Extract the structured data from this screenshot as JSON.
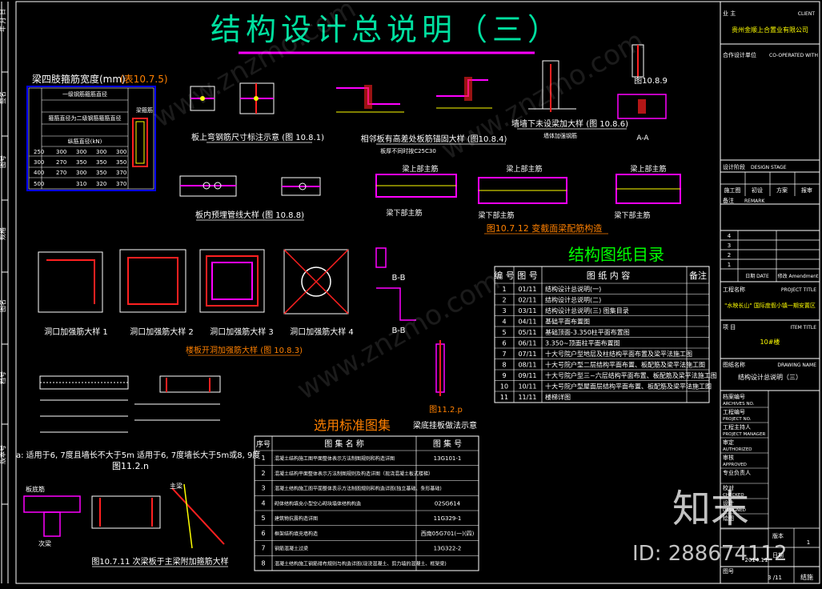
{
  "drawing_title": "结构设计总说明（三）",
  "left_strip": [
    "年 月 日",
    "签名",
    "图号",
    "规格",
    "图名",
    "档号",
    "版本号"
  ],
  "colors": {
    "title": "#00e0a0",
    "magenta": "#ff00ff",
    "yellow": "#ffff00",
    "white": "#ffffff",
    "green": "#00ff00",
    "blue": "#0000ff",
    "orange": "#ff8000",
    "red": "#ff2020"
  },
  "table_10_7_5": {
    "title": "梁四肢箍筋宽度(mm)",
    "ref": "(表10.7.5)",
    "header_rows": [
      "一级钢筋箍筋直径",
      "箍筋直径为二级钢筋箍筋直径",
      "纵筋直径(kN)"
    ],
    "rows": [
      [
        "250",
        "300",
        "300",
        "300",
        "300"
      ],
      [
        "300",
        "270",
        "350",
        "350",
        "350"
      ],
      [
        "400",
        "270",
        "300",
        "350",
        "370"
      ],
      [
        "500",
        "",
        "310",
        "320",
        "370"
      ]
    ],
    "side_label": "梁箍筋"
  },
  "captions": {
    "fig_10_8_1": "板上弯钢筋尺寸标注示意 (图 10.8.1)",
    "fig_10_8_4": "相邻板有高差处板筋锚固大样 (图10.8.4)",
    "fig_10_8_4_sub": "板厚不同时按C25C30",
    "fig_10_8_6": "墙墙下未设梁加大样 (图 10.8.6)",
    "fig_10_8_6_sub": "墙体加强钢筋",
    "fig_10_8_9": "图10.8.9",
    "fig_10_8_8": "板内预埋管线大样 (图 10.8.8)",
    "fig_10_7_12": "图10.7.12 变截面梁配筋构造",
    "opening_1": "洞口加强筋大样 1",
    "opening_2": "洞口加强筋大样 2",
    "opening_3": "洞口加强筋大样 3",
    "opening_4": "洞口加强筋大样 4",
    "fig_10_8_3": "楼板开洞加强筋大样 (图 10.8.3)",
    "fig_11_2_n": "图11.2.n",
    "fig_11_2_n_note": "a: 适用于6, 7度且墙长不大于5m  适用于6, 7度墙长大于5m或8, 9度",
    "fig_11_2_p": "图11.2.p",
    "fig_11_2_p_sub": "梁底挂板做法示意",
    "fig_10_7_11": "图10.7.11 次梁板于主梁附加箍筋大样",
    "section_aa": "A-A",
    "section_bb": "B-B",
    "rebar_label": "梁上部主筋",
    "rebar_label_2": "梁下部主筋",
    "main_beam": "主梁",
    "secondary_beam": "次梁",
    "board_slab": "板底筋"
  },
  "index_table": {
    "title": "结构图纸目录",
    "headers": [
      "编 号",
      "图 号",
      "图 纸 内 容",
      "备注"
    ],
    "rows": [
      [
        "1",
        "01/11",
        "结构设计总说明(一)"
      ],
      [
        "2",
        "02/11",
        "结构设计总说明(二)"
      ],
      [
        "3",
        "03/11",
        "结构设计总说明(三)    图集目录"
      ],
      [
        "4",
        "04/11",
        "基础平面布置图"
      ],
      [
        "5",
        "05/11",
        "基础顶面-3.350柱平面布置图"
      ],
      [
        "6",
        "06/11",
        "3.350~顶面柱平面布置图"
      ],
      [
        "7",
        "07/11",
        "十大号院户型地层及柱结构平面布置及梁平法施工图"
      ],
      [
        "8",
        "08/11",
        "十大号院户型二层结构平面布置、板配筋及梁平法施工图"
      ],
      [
        "9",
        "09/11",
        "十大号院户型三~六层结构平面布置、板配筋及梁平法施工图"
      ],
      [
        "10",
        "10/11",
        "十大号院户型屋面层结构平面布置、板配筋及梁平法施工图"
      ],
      [
        "11",
        "11/11",
        "楼梯详图"
      ]
    ]
  },
  "atlas_table": {
    "title": "选用标准图集",
    "headers": [
      "序号",
      "图 集 名 称",
      "图 集 号"
    ],
    "rows": [
      [
        "1",
        "混凝土结构施工图平面整体表示方法制图规则和构造详图",
        "13G101-1"
      ],
      [
        "2",
        "混凝土结构平面整体表示方法制图规则及构造详图（现浇混凝土板式楼梯）",
        ""
      ],
      [
        "3",
        "混凝土结构施工图平面整体表示方法制图规则和构造详图(独立基础、条形基础)",
        ""
      ],
      [
        "4",
        "砌体结构填充小型空心砌块墙体结构构造",
        "02SG614"
      ],
      [
        "5",
        "建筑物抗震构造详图",
        "11G329-1"
      ],
      [
        "6",
        "框架结构填充墙构造",
        "西南05G701(一)(四)"
      ],
      [
        "7",
        "钢筋混凝土过梁",
        "13G322-2"
      ],
      [
        "8",
        "混凝土结构施工钢筋排布规则与构造详图(现浇混凝土、剪力墙的混凝土、框架梁)",
        ""
      ]
    ]
  },
  "title_block": {
    "client_cn": "业 主",
    "client_en": "CLIENT",
    "client_value": "贵州金顺上合置业有限公司",
    "coop_cn": "合作设计单位",
    "coop_en": "CO-OPERATED WITH",
    "stage_cn": "设计阶段",
    "stage_en": "DESIGN STAGE",
    "stage_cells": [
      "施工图",
      "初设",
      "方案",
      "报审"
    ],
    "remark_cn": "备注",
    "remark_en": "REMARK",
    "rev_rows": [
      "4",
      "3",
      "2",
      "1"
    ],
    "rev_cols": [
      "日期 DATE",
      "修改 Amendment"
    ],
    "project_cn": "工程名称",
    "project_en": "PROJECT TITLE",
    "project_value": "\"水映长山\" 国际度假小镇一期安置区",
    "item_cn": "项 目",
    "item_en": "ITEM TITLE",
    "item_value": "10#楼",
    "drawing_name_cn": "图纸名称",
    "drawing_name_en": "DRAWING NAME",
    "drawing_name_value": "结构设计总说明（三）",
    "archive_cn": "档案编号",
    "archive_en": "ARCHIVES NO.",
    "proj_no_cn": "工程编号",
    "proj_no_en": "PROJECT NO.",
    "pm_cn": "工程主持人",
    "pm_en": "PROJECT MANAGER",
    "auth_cn": "审定",
    "auth_en": "AUTHORIZED",
    "approved_cn": "审核",
    "approved_en": "APPROVED",
    "spec_cn": "专业负责人",
    "checked_cn": "校对",
    "checked_en": "CHECKED",
    "designed_cn": "设计",
    "designed_en": "DESIGNED",
    "drawn_cn": "绘图",
    "version_cn": "版本",
    "version_value": "1",
    "date_cn": "日期",
    "date_value": "2014.11",
    "sheet_cn": "图号",
    "sheet_value": "3 /11",
    "code": "结施"
  },
  "watermark": {
    "brand": "知末",
    "id_text": "ID: 288674112",
    "site": "www.znzmo.com"
  }
}
